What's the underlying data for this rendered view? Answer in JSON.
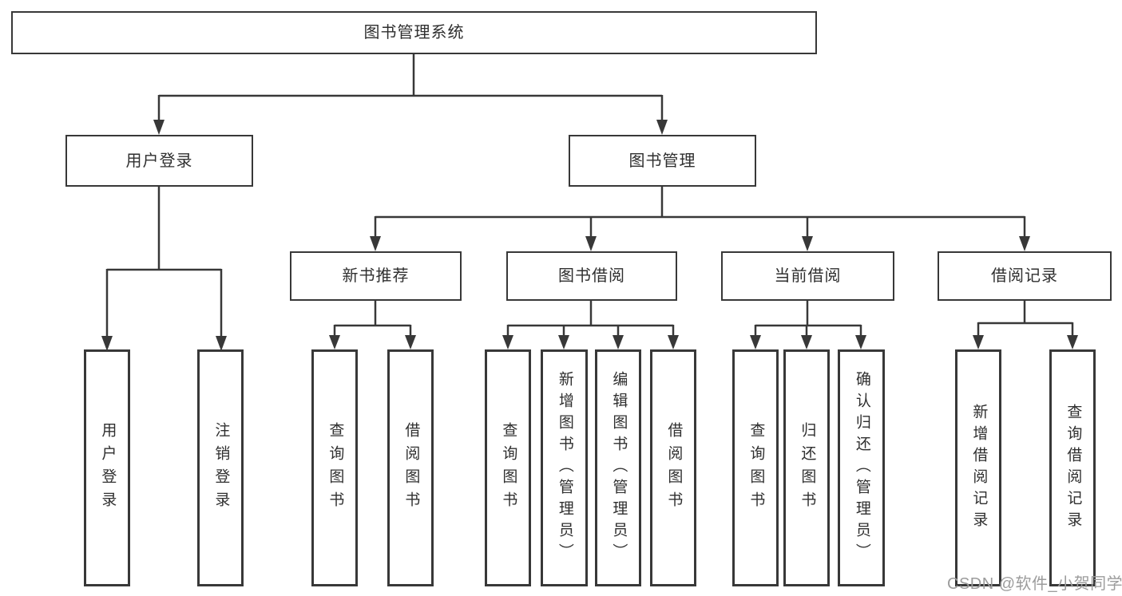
{
  "diagram": {
    "type": "hierarchy",
    "colors": {
      "line": "#383838",
      "box_border": "#383838",
      "box_background": "#ffffff",
      "text": "#2f2f2f",
      "watermark": "#9c9c9c",
      "background": "#ffffff"
    },
    "watermark": "CSDN @软件_小贺同学",
    "tree": {
      "label": "图书管理系统",
      "children": [
        {
          "label": "用户登录",
          "children": [
            {
              "label": "用户登录"
            },
            {
              "label": "注销登录"
            }
          ]
        },
        {
          "label": "图书管理",
          "children": [
            {
              "label": "新书推荐",
              "children": [
                {
                  "label": "查询图书"
                },
                {
                  "label": "借阅图书"
                }
              ]
            },
            {
              "label": "图书借阅",
              "children": [
                {
                  "label": "查询图书"
                },
                {
                  "label": "新增图书（管理员）"
                },
                {
                  "label": "编辑图书（管理员）"
                },
                {
                  "label": "借阅图书"
                }
              ]
            },
            {
              "label": "当前借阅",
              "children": [
                {
                  "label": "查询图书"
                },
                {
                  "label": "归还图书"
                },
                {
                  "label": "确认归还（管理员）"
                }
              ]
            },
            {
              "label": "借阅记录",
              "children": [
                {
                  "label": "新增借阅记录"
                },
                {
                  "label": "查询借阅记录"
                }
              ]
            }
          ]
        }
      ]
    }
  }
}
